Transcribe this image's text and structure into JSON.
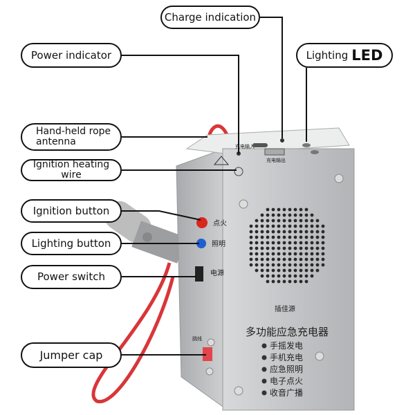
{
  "callouts": {
    "charge_indication": "Charge indication",
    "power_indicator": "Power indicator",
    "lighting_led_prefix": "Lighting",
    "lighting_led_bold": "LED",
    "rope_antenna": "Hand-held rope antenna",
    "ignition_heating_wire": "Ignition heating wire",
    "ignition_button": "Ignition button",
    "lighting_button": "Lighting button",
    "power_switch": "Power switch",
    "jumper_cap": "Jumper cap"
  },
  "device": {
    "top_input": "充电输入",
    "top_output": "充电输出",
    "side_ignite": "点火",
    "side_light": "照明",
    "side_power": "电源",
    "brand": "插佳源",
    "product": "多功能应急充电器",
    "features": [
      "手摇发电",
      "手机充电",
      "应急照明",
      "电子点火",
      "收音广播"
    ],
    "jumper_label": "跳线"
  },
  "colors": {
    "ignition_button": "#d9261c",
    "lighting_button": "#1f5fd0",
    "rope": "#d8363a",
    "metal": "#c9cacc"
  }
}
